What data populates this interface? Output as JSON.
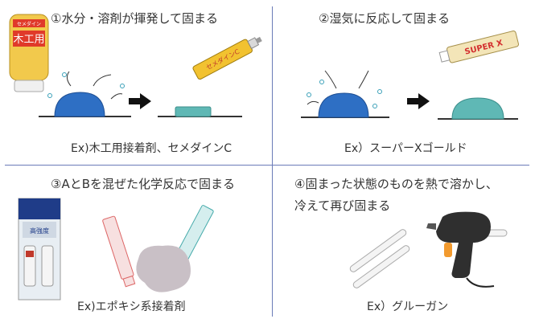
{
  "q1": {
    "heading": "①水分・溶剤が揮発して固まる",
    "caption": "Ex)木工用接着剤、セメダインC",
    "bottle_label": "木工用",
    "bottle_top": "セメダイン",
    "tube_label": "セメダインC"
  },
  "q2": {
    "heading": "②湿気に反応して固まる",
    "caption": "Ex）スーパーXゴールド",
    "tube_label": "SUPER X"
  },
  "q3": {
    "heading": "③AとBを混ぜた化学反応で固まる",
    "caption": "Ex)エポキシ系接着剤",
    "pack_label": "高強度"
  },
  "q4": {
    "heading_line1": "④固まった状態のものを熱で溶かし、",
    "heading_line2": "冷えて再び固まる",
    "caption": "Ex）グルーガン"
  },
  "colors": {
    "blue": "#2e6fc4",
    "teal": "#5fb8b5",
    "line": "#333333"
  }
}
